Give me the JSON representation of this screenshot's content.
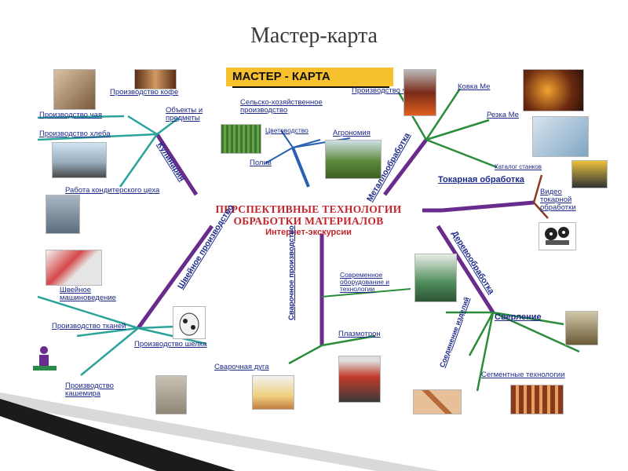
{
  "slide": {
    "title": "Мастер-карта"
  },
  "map": {
    "banner": "МАСТЕР - КАРТА",
    "center_title_line1": "ПЕРСПЕКТИВНЫЕ ТЕХНОЛОГИИ",
    "center_title_line2": "ОБРАБОТКИ МАТЕРИАЛОВ",
    "center_subtitle": "Интернет-экскурсии",
    "branches": {
      "culinary": "Кулинария",
      "metal": "Металлообработка",
      "sewing": "Швейное производство",
      "welding": "Сварочное производство",
      "wood": "Деревообработка",
      "turning": "Токарная обработка",
      "drilling": "Сверление",
      "joining": "Соединение изделий"
    },
    "leaves": {
      "coffee": "Производство кофе",
      "tea": "Производство чая",
      "objects": "Объекты и предметы",
      "bread": "Производство хлеба",
      "confectionery": "Работа кондитерского цеха",
      "agri": "Сельско-хозяйственное производство",
      "flower": "Цветоводство",
      "agronomy": "Агрономия",
      "watering": "Полив",
      "cast_iron": "Производство чугуна",
      "forging": "Ковка Ме",
      "cutting": "Резка Ме",
      "catalog": "Каталог станков",
      "lathe_video": "Видео токарной обработки",
      "sewing_machines": "Швейное машиноведение",
      "fabrics": "Производство тканей",
      "silk": "Производство шелка",
      "cashmere": "Производство кашемира",
      "modern_eq": "Современное оборудование и технологии",
      "plasmatron": "Плазмотрон",
      "welding_arc": "Сварочная дуга",
      "segment": "Сегментные технологии"
    }
  },
  "colors": {
    "branch_purple": "#6a2c8c",
    "leaf_teal": "#2aa39a",
    "leaf_green": "#2b8c3a",
    "leaf_blue": "#2a60b0",
    "leaf_brown": "#8a3b24",
    "center_red": "#c3252d",
    "banner_yellow": "#f6c12d"
  }
}
